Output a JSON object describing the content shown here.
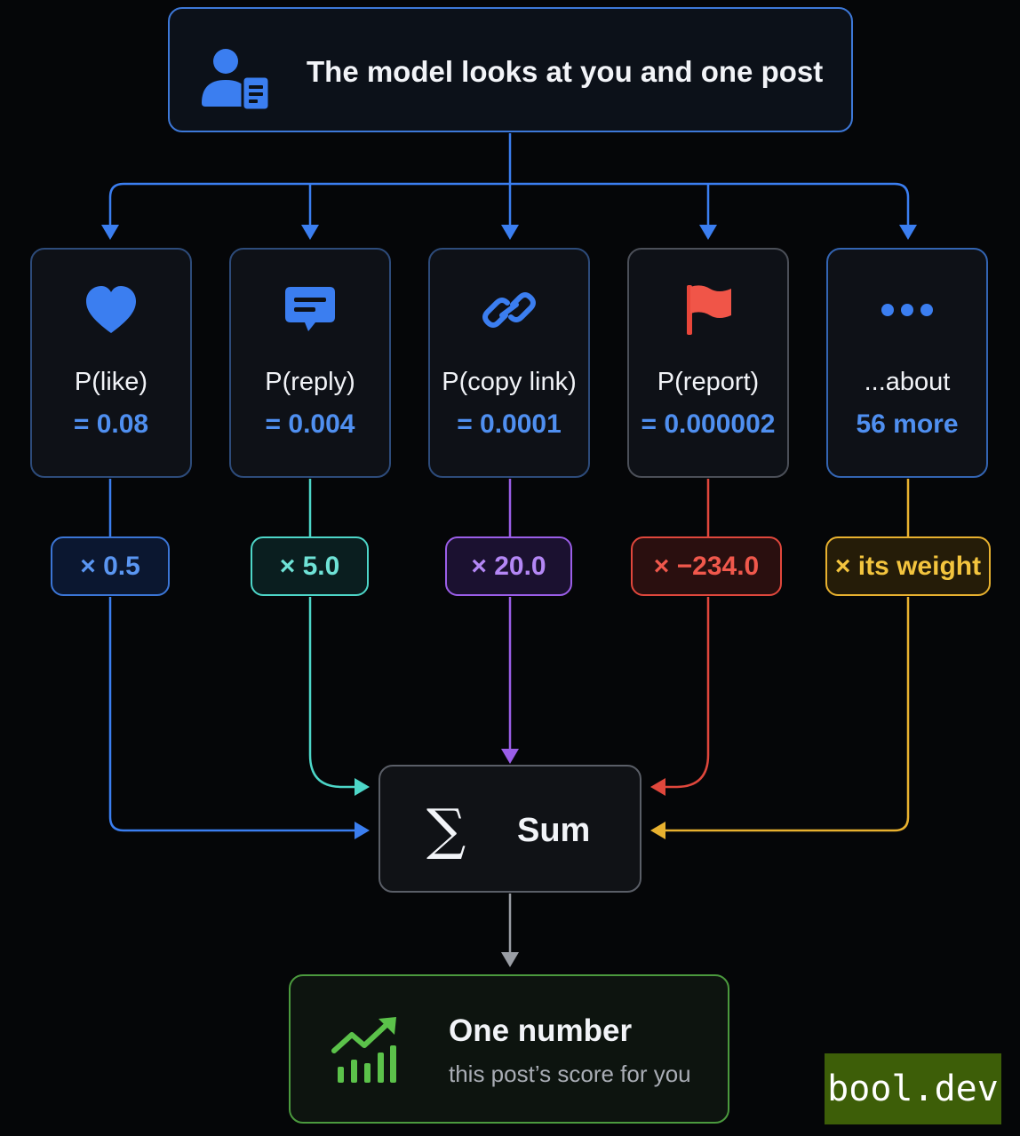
{
  "header": {
    "title": "The model looks at you and one post",
    "icon": "user-post-icon"
  },
  "actions": [
    {
      "id": "like",
      "label": "P(like)",
      "value": "= 0.08",
      "weight": "× 0.5",
      "icon": "heart-icon",
      "color": "#3b7ef0"
    },
    {
      "id": "reply",
      "label": "P(reply)",
      "value": "= 0.004",
      "weight": "× 5.0",
      "icon": "chat-bubble-icon",
      "color": "#4dd6c8"
    },
    {
      "id": "copy",
      "label": "P(copy link)",
      "value": "= 0.0001",
      "weight": "× 20.0",
      "icon": "link-icon",
      "color": "#9b5ee8"
    },
    {
      "id": "report",
      "label": "P(report)",
      "value": "= 0.000002",
      "weight": "× −234.0",
      "icon": "flag-icon",
      "color": "#e0473c"
    },
    {
      "id": "more",
      "label": "...about",
      "value": "56 more",
      "weight": "× its weight",
      "icon": "ellipsis-icon",
      "color": "#e8b12f"
    }
  ],
  "sum": {
    "symbol": "∑",
    "label": "Sum"
  },
  "result": {
    "title": "One number",
    "subtitle": "this post’s score for you",
    "icon": "trending-chart-icon",
    "color": "#5bc24a"
  },
  "brand": {
    "text": "bool.dev"
  }
}
